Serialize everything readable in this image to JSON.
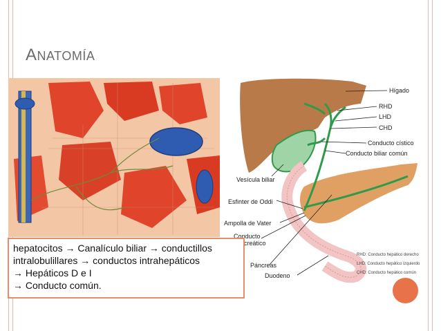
{
  "slide": {
    "title": "Anatomía",
    "title_first_letter": "A",
    "title_rest": "NATOMÍA"
  },
  "diagram": {
    "labels": {
      "higado": "Hígado",
      "rhd": "RHD",
      "lhd": "LHD",
      "chd": "CHD",
      "conducto_cistico": "Conducto cístico",
      "conducto_biliar_comun": "Conducto biliar común",
      "vesicula_biliar": "Vesícula biliar",
      "esfinter_oddi": "Esfinter de Oddi",
      "ampolla_vater": "Ampolla de Vater",
      "conducto_pancreatico_1": "Conducto",
      "conducto_pancreatico_2": "pancreático",
      "pancreas": "Páncreas",
      "duodeno": "Duodeno"
    },
    "legend": [
      "RHD: Conducto hepático derecho",
      "LHD: Conducto hepático izquierdo",
      "CHD: Conducto hepático común"
    ]
  },
  "caption": {
    "line1": "hepatocitos → Canalículo biliar → conductillos",
    "line2": "intralobulillares → conductos intrahepáticos",
    "line3": "→ Hepáticos D e I",
    "line4": "→ Conducto común."
  },
  "colors": {
    "accent": "#e8734a",
    "border": "#e58c6a",
    "liver": "#b97a4a",
    "pancreas": "#e0a063",
    "bile_duct": "#2e9a4a",
    "tissue_red": "#e0452c"
  }
}
